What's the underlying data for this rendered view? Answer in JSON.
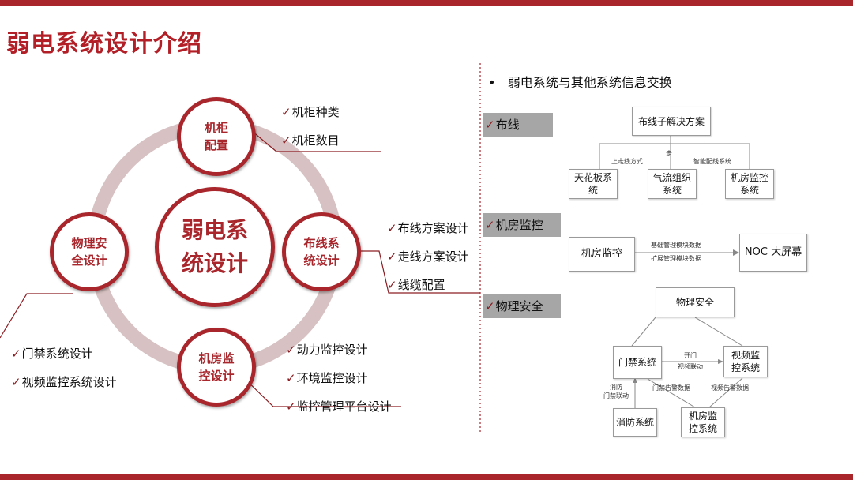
{
  "title": "弱电系统设计介绍",
  "center": "弱电系\n统设计",
  "nodes": {
    "cabinet": "机柜\n配置",
    "cabling": "布线系\n统设计",
    "room": "机房监\n控设计",
    "physical": "物理安\n全设计"
  },
  "check": "✓",
  "cabinet_items": [
    "机柜种类",
    "机柜数目"
  ],
  "cabling_items": [
    "布线方案设计",
    "走线方案设计",
    "线缆配置"
  ],
  "room_items": [
    "动力监控设计",
    "环境监控设计",
    "监控管理平台设计"
  ],
  "physical_items": [
    "门禁系统设计",
    "视频监控系统设计"
  ],
  "right": {
    "bullet": "•",
    "heading": "弱电系统与其他系统信息交换",
    "sections": [
      "布线",
      "机房监控",
      "物理安全"
    ],
    "cabling_diagram": {
      "top": "布线子解决方案",
      "children": [
        "天花板系统",
        "气流组织系统",
        "机房监控系统"
      ],
      "labels": [
        "上走线方式",
        "走",
        "智能配线系统"
      ]
    },
    "room_diagram": {
      "left": "机房监控",
      "right": "NOC 大屏幕",
      "labels": [
        "基础管理模块数据",
        "扩展管理模块数据"
      ]
    },
    "physical_diagram": {
      "top": "物理安全",
      "access": "门禁系统",
      "video": "视频监控系统",
      "fire": "消防系统",
      "monitor": "机房监控系统",
      "labels": [
        "开门",
        "视频联动",
        "门禁告警数据",
        "视频告警数据",
        "消防",
        "门禁联动"
      ]
    }
  },
  "colors": {
    "accent": "#a8262c",
    "ring": "#d7c1c2",
    "section_bg": "#a6a6a6"
  }
}
